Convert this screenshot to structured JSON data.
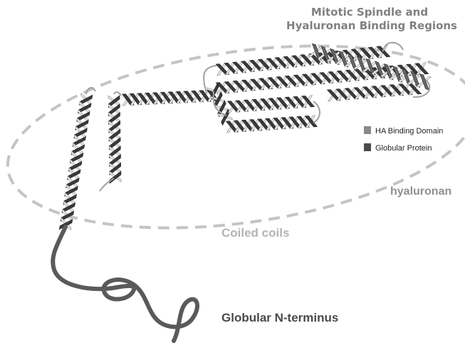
{
  "title": {
    "line1": "Mitotic Spindle and",
    "line2": "Hyaluronan Binding Regions"
  },
  "legend": [
    {
      "label": "HA Binding Domain",
      "color": "#8a8a8a"
    },
    {
      "label": "Globular Protein",
      "color": "#4a4a4a"
    }
  ],
  "labels": {
    "hyaluronan": "hyaluronan",
    "coiled_coils": "Coiled coils",
    "n_terminus": "Globular N-terminus"
  },
  "colors": {
    "helix_dark": "#3a3a3a",
    "helix_light": "#f4f4f4",
    "ha_helix_dark": "#666666",
    "dashed_ellipse": "#c4c4c4",
    "coil_tube": "#5a5a5a"
  }
}
